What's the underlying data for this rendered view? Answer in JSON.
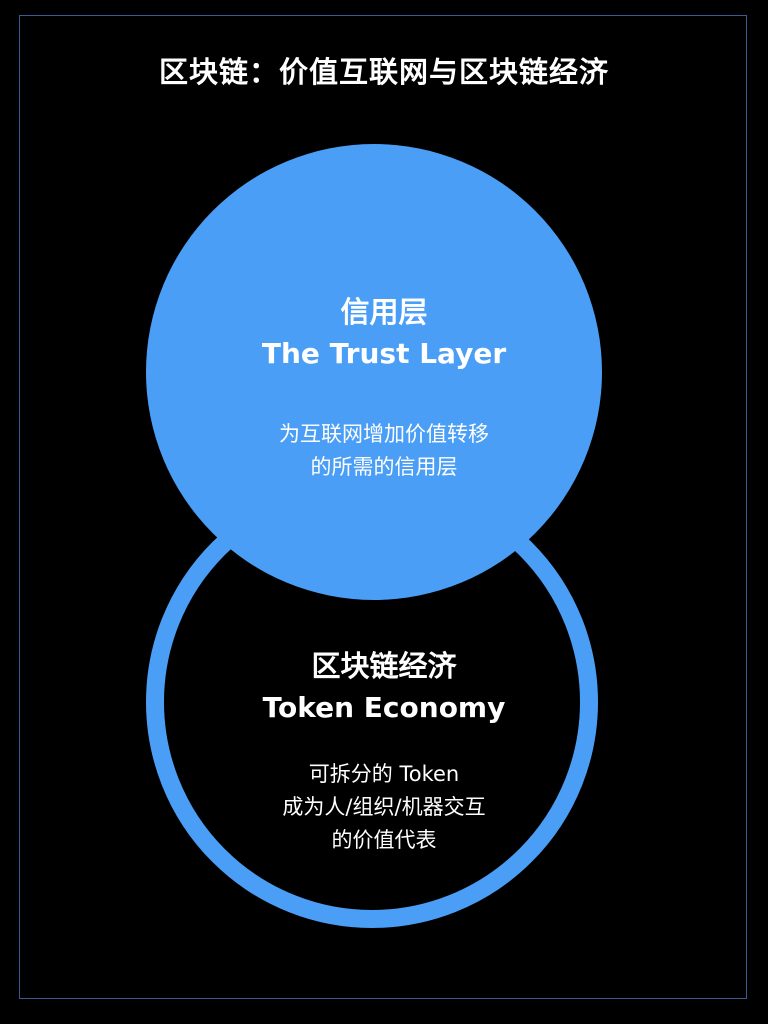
{
  "title": "区块链：价值互联网与区块链经济",
  "colors": {
    "background": "#000000",
    "accent_blue": "#4a9ef5",
    "frame_border": "#3d5a8f",
    "text": "#ffffff"
  },
  "trust_layer": {
    "title_cn": "信用层",
    "title_en": "The Trust Layer",
    "description_lines": [
      "为互联网增加价值转移",
      "的所需的信用层"
    ]
  },
  "token_economy": {
    "title_cn": "区块链经济",
    "title_en": "Token Economy",
    "description_lines": [
      "可拆分的 Token",
      "成为人/组织/机器交互",
      "的价值代表"
    ]
  }
}
